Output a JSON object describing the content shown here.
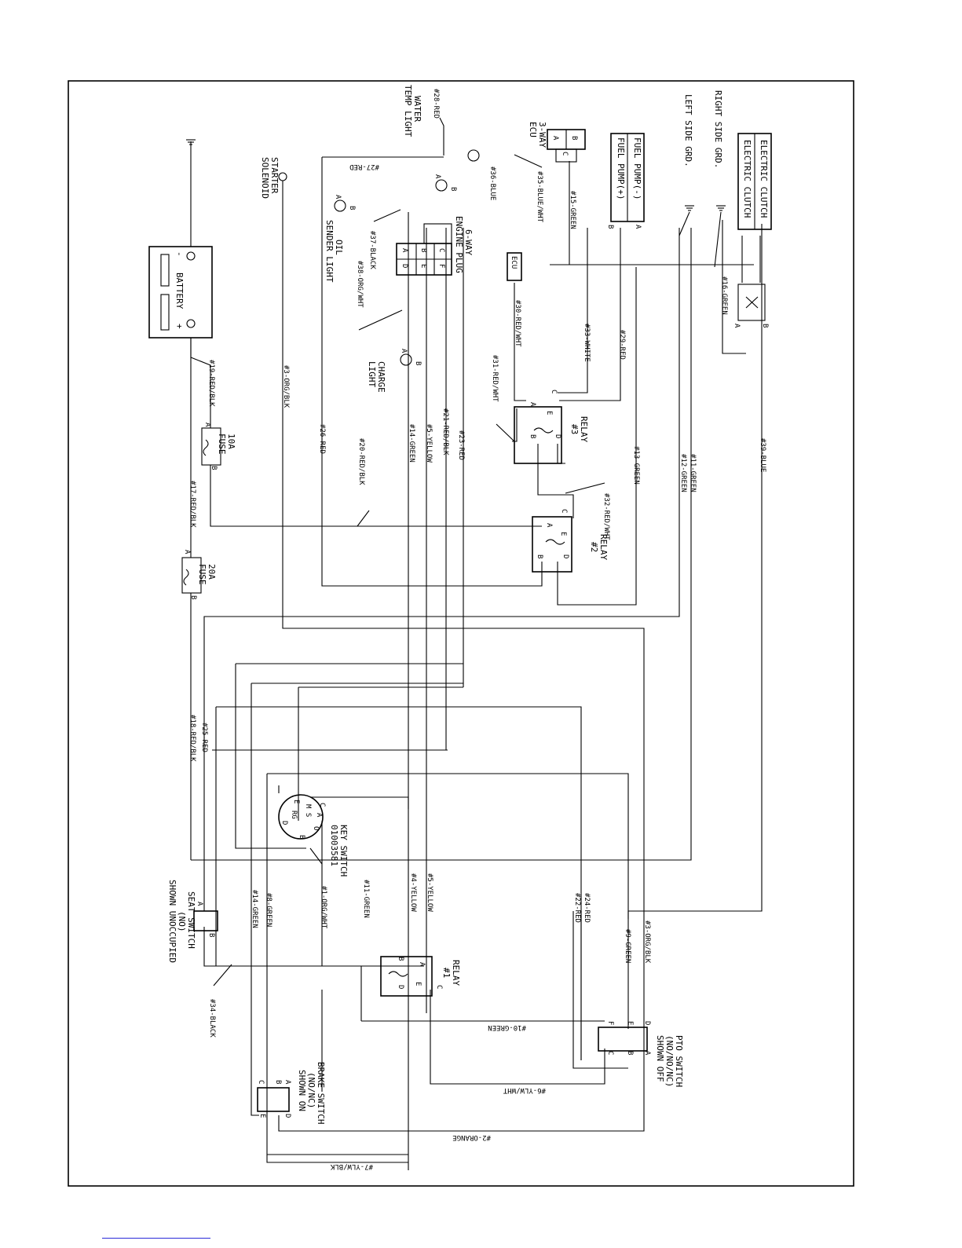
{
  "components": {
    "battery": {
      "label": "BATTERY",
      "neg": "-",
      "pos": "+"
    },
    "starter_solenoid": {
      "line1": "STARTER",
      "line2": "SOLENOID"
    },
    "fuse_10a": {
      "line1": "10A",
      "line2": "FUSE",
      "a": "A",
      "b": "B"
    },
    "fuse_20a": {
      "line1": "20A",
      "line2": "FUSE",
      "a": "A",
      "b": "B"
    },
    "water_temp_light": {
      "line1": "WATER",
      "line2": "TEMP LIGHT",
      "a": "A",
      "b": "B"
    },
    "oil_sender_light": {
      "line1": "OIL",
      "line2": "SENDER LIGHT",
      "a": "A",
      "b": "B"
    },
    "charge_light": {
      "line1": "CHARGE",
      "line2": "LIGHT",
      "a": "A",
      "b": "B"
    },
    "ecu_3way": {
      "line1": "3-WAY",
      "line2": "ECU",
      "a": "A",
      "b": "B",
      "c": "C"
    },
    "engine_plug": {
      "line1": "6-WAY",
      "line2": "ENGINE PLUG",
      "pins": [
        "A",
        "B",
        "C",
        "D",
        "E",
        "F"
      ]
    },
    "fuel_pump": {
      "minus": "FUEL PUMP(-)",
      "plus": "FUEL PUMP(+)",
      "a": "A",
      "b": "B"
    },
    "electric_clutch": {
      "top": "ELECTRIC CLUTCH",
      "bottom": "ELECTRIC CLUTCH"
    },
    "ground_labels": {
      "right": "RIGHT SIDE GRD.",
      "left": "LEFT SIDE GRD."
    },
    "ecu_box": "ECU",
    "diode": {
      "a": "A",
      "b": "B"
    },
    "relay_1": {
      "line1": "RELAY",
      "line2": "#1",
      "pins": [
        "A",
        "B",
        "C",
        "D",
        "E"
      ]
    },
    "relay_2": {
      "line1": "RELAY",
      "line2": "#2",
      "pins": [
        "A",
        "B",
        "C",
        "D",
        "E"
      ]
    },
    "relay_3": {
      "line1": "RELAY",
      "line2": "#3",
      "pins": [
        "A",
        "B",
        "C",
        "D",
        "E"
      ]
    },
    "key_switch": {
      "line1": "KEY SWITCH",
      "line2": "01003581",
      "inner_top": "M S",
      "inner_bottom": "RG",
      "pins": [
        "A",
        "B",
        "C",
        "D",
        "E"
      ],
      "o": "O"
    },
    "seat_switch": {
      "line1": "SEAT SWITCH",
      "line2": "(NO)",
      "line3": "SHOWN UNOCCUPIED",
      "a": "A",
      "b": "B"
    },
    "brake_switch": {
      "line1": "BRAKE SWITCH",
      "line2": "(NO/NC)",
      "line3": "SHOWN ON",
      "pins": [
        "A",
        "B",
        "C",
        "D",
        "E"
      ]
    },
    "pto_switch": {
      "line1": "PTO SWITCH",
      "line2": "(NO/NO/NC)",
      "line3": "SHOWN OFF",
      "pins": [
        "A",
        "B",
        "C",
        "D",
        "E",
        "F"
      ]
    }
  },
  "wires": {
    "w1": "#1-ORG/WHT",
    "w2": "#2-ORANGE",
    "w3": "#3-ORG/BLK",
    "w3b": "#3-ORG/BLK",
    "w4": "#4-YELLOW",
    "w5": "#5-YELLOW",
    "w5b": "#5-YELLOW",
    "w6": "#6-YLW/WHT",
    "w7": "#7-YLW/BLK",
    "w8": "#8-GREEN",
    "w9": "#9-GREEN",
    "w10": "#10-GREEN",
    "w11": "#11-GREEN",
    "w11b": "#11-GREEN",
    "w12": "#12-GREEN",
    "w13": "#13-GREEN",
    "w14": "#14-GREEN",
    "w14b": "#14-GREEN",
    "w15": "#15-GREEN",
    "w16": "#16-GREEN",
    "w17": "#17-RED/BLK",
    "w18": "#18-RED/BLK",
    "w19": "#19-RED/BLK",
    "w20": "#20-RED/BLK",
    "w21": "#21-RED/BLK",
    "w22": "#22-RED",
    "w23": "#23-RED",
    "w24": "#24-RED",
    "w25": "#25-RED",
    "w26": "#26-RED",
    "w27": "#27-RED",
    "w28": "#28-RED",
    "w29": "#29-RED",
    "w30": "#30-RED/WHT",
    "w31": "#31-RED/WHT",
    "w32": "#32-RED/WHT",
    "w33": "#33-WHITE",
    "w34": "#34-BLACK",
    "w35": "#35-BLUE/WHT",
    "w36": "#36-BLUE",
    "w37": "#37-BLACK",
    "w38": "#38-ORG/WHT",
    "w39": "#39-BLUE"
  }
}
